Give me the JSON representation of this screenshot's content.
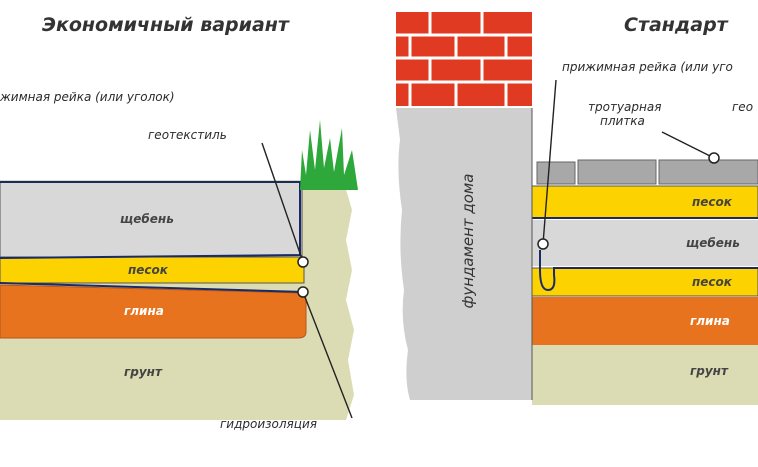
{
  "left": {
    "title": "Экономичный вариант",
    "labels": {
      "clamp": "жимная рейка (или уголок)",
      "geotextile": "геотекстиль",
      "gravel": "щебень",
      "sand": "песок",
      "clay": "глина",
      "soil": "грунт",
      "waterproofing": "гидроизоляция"
    }
  },
  "right": {
    "title": "Стандарт",
    "labels": {
      "clamp": "прижимная рейка (или уго",
      "paving_line1": "тротуарная",
      "paving_line2": "плитка",
      "geo_partial": "гео",
      "foundation": "фундамент дома",
      "sand_top": "песок",
      "gravel": "щебень",
      "sand_bottom": "песок",
      "clay": "глина",
      "soil": "грунт"
    }
  },
  "colors": {
    "gravel": "#d8d8d8",
    "sand": "#fcd200",
    "clay": "#e8731e",
    "soil": "#dcdcb4",
    "grass": "#2ea83a",
    "brick": "#e03a22",
    "foundation": "#cfcfcf",
    "tiles": "#a8a8a8",
    "line": "#1a2a66"
  }
}
